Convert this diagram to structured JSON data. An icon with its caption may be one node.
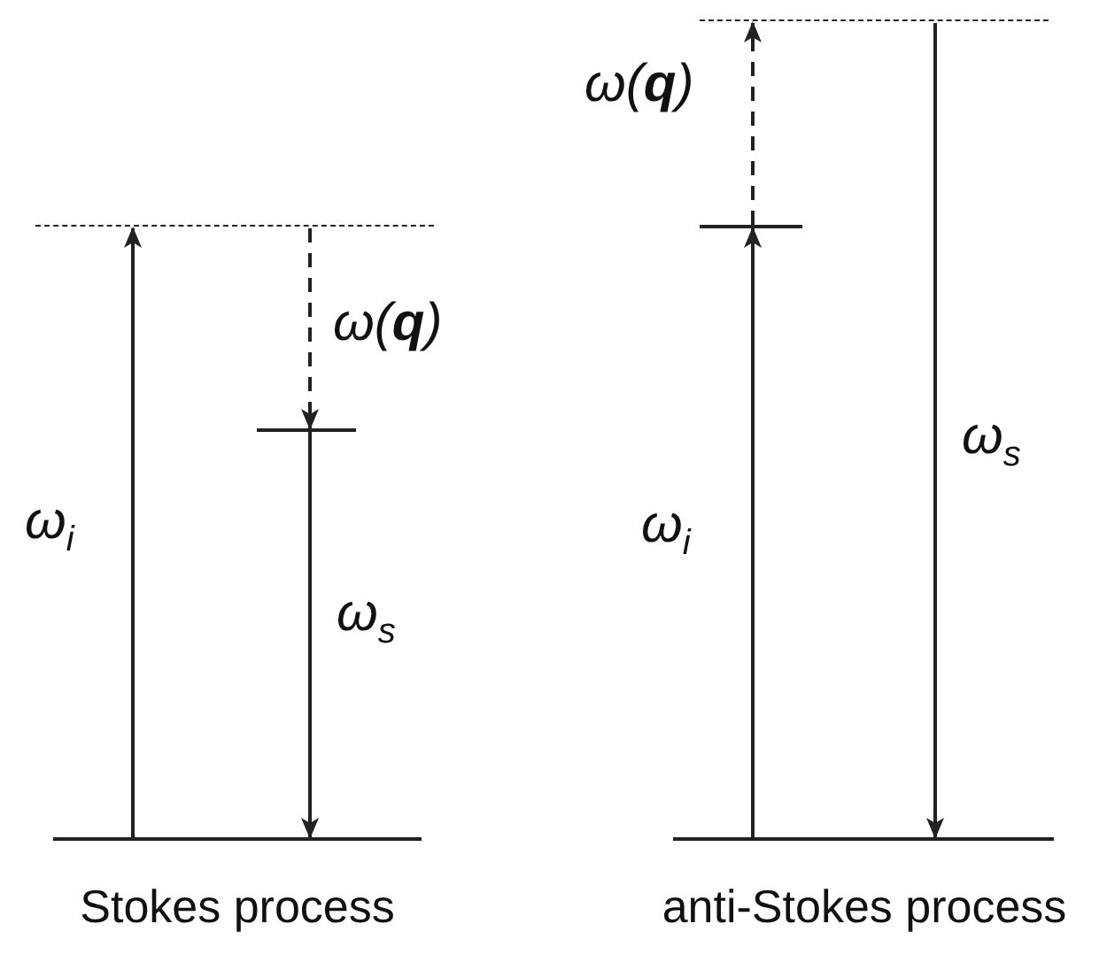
{
  "diagram": {
    "nodes": [
      {
        "text": [],
        "shape": "bar"
      },
      {
        "text": [],
        "shape": "bar"
      },
      {
        "text": [],
        "shape": "bar"
      },
      {
        "text": [],
        "shape": "bar"
      },
      {
        "text": [],
        "shape": "bar"
      },
      {
        "text": [],
        "shape": "bar"
      }
    ],
    "edges": [
      {
        "from": 0,
        "to": 1,
        "arrow": "to",
        "label": "ω$_{i}$"
      },
      {
        "from": 1,
        "to": 2,
        "arrow": "to",
        "style": "dashed",
        "label": "ω(**q**)"
      },
      {
        "from": 2,
        "to": 0,
        "arrow": "to",
        "label": "ω$_{s}$"
      },
      {
        "from": 3,
        "to": 4,
        "arrow": "to",
        "label": "ω$_{i}$"
      },
      {
        "from": 4,
        "to": 5,
        "arrow": "to",
        "style": "dashed",
        "label": "ω(**q**)"
      },
      {
        "from": 5,
        "to": 3,
        "arrow": "to",
        "label": "ω$_{s}$"
      }
    ],
    "labels": [
      "Stokes process",
      "anti-Stokes process"
    ]
  }
}
